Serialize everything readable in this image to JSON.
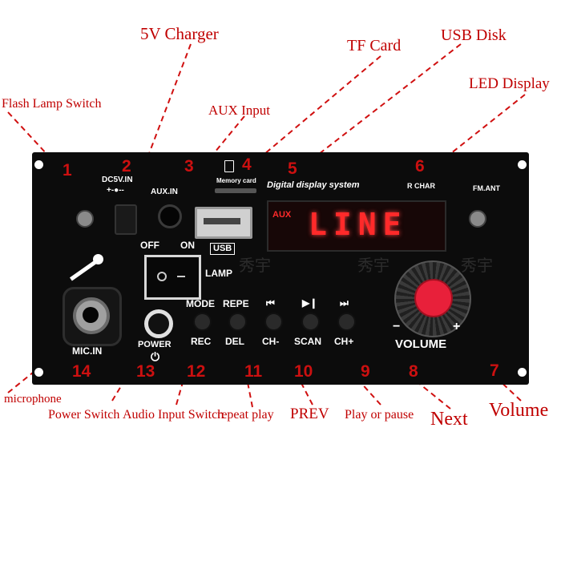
{
  "colors": {
    "callout": "#c00000",
    "panel": "#0c0c0c",
    "led_red": "#ff2a2a",
    "knob_cap": "#e8203a"
  },
  "callouts": {
    "charger": "5V Charger",
    "tf_card": "TF Card",
    "usb_disk": "USB Disk",
    "led_display": "LED Display",
    "flash_lamp": "Flash Lamp Switch",
    "aux_input": "AUX Input",
    "microphone": "microphone",
    "power_switch": "Power Switch",
    "audio_input_switch": "Audio Input Switch",
    "repeat_play": "repeat play",
    "prev": "PREV",
    "play_pause": "Play or pause",
    "next": "Next",
    "volume": "Volume"
  },
  "numbers": [
    "1",
    "2",
    "3",
    "4",
    "5",
    "6",
    "7",
    "8",
    "9",
    "10",
    "11",
    "12",
    "13",
    "14"
  ],
  "panel": {
    "dc_label": "DC5V.IN",
    "dc_polarity": "+-●--",
    "aux_label": "AUX.IN",
    "memory_card": "Memory card",
    "system_title": "Digital display system",
    "rchar": "R CHAR",
    "fm_ant": "FM.ANT",
    "display_mode": "AUX",
    "display_text": "LINE",
    "off": "OFF",
    "on": "ON",
    "usb": "USB",
    "lamp": "LAMP",
    "mic_in": "MIC.IN",
    "power": "POWER",
    "volume": "VOLUME",
    "btn_top": [
      "MODE",
      "REPE",
      "⏮",
      "▶❙",
      "⏭"
    ],
    "btn_bottom": [
      "REC",
      "DEL",
      "CH-",
      "SCAN",
      "CH+"
    ],
    "watermark": "秀宇"
  }
}
